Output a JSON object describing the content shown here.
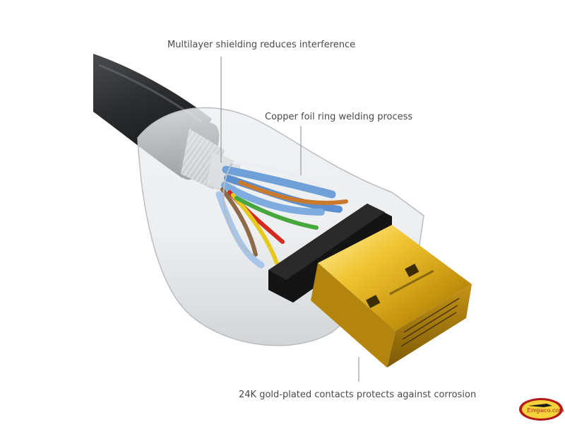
{
  "callouts": {
    "shielding": "Multilayer shielding reduces interference",
    "welding": "Copper foil ring welding process",
    "contacts": "24K gold-plated contacts protects against corrosion"
  },
  "watermark": {
    "text": "Erepaco.com"
  },
  "colors": {
    "cable": "#2f3133",
    "gold": "#e2b21c",
    "gold_dark": "#9a7409",
    "housing": "#d9dbde",
    "wire_blue": "#6fa1d8",
    "wire_red": "#d42a22",
    "wire_yellow": "#e5c91d",
    "wire_green": "#46a83c",
    "wire_orange": "#c97a2d",
    "leader": "#8a8a8a"
  }
}
